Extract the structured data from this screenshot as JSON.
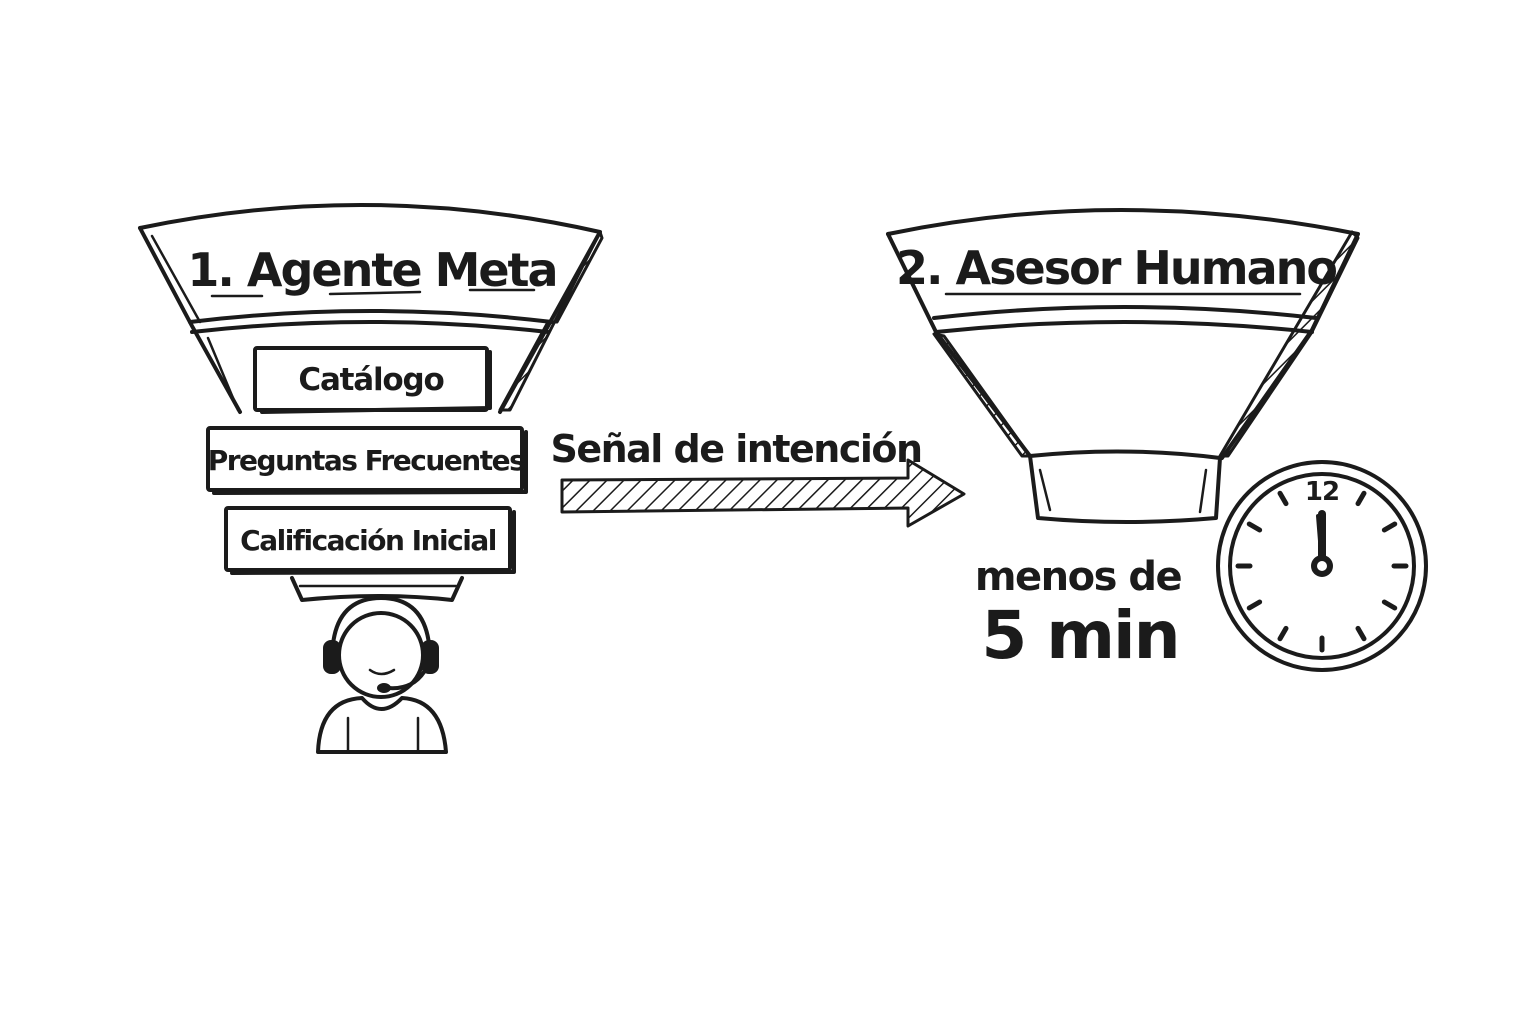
{
  "stage1": {
    "title": "1. Agente Meta",
    "items": [
      "Catálogo",
      "Preguntas Frecuentes",
      "Calificación Inicial"
    ],
    "icon": "support-agent-headset-icon"
  },
  "transition": {
    "label": "Señal de intención",
    "icon": "arrow-right-icon"
  },
  "stage2": {
    "title": "2. Asesor Humano",
    "time_prefix": "menos de",
    "time_value": "5 min",
    "clock_number": "12",
    "icon": "clock-icon"
  },
  "colors": {
    "ink": "#1b1b1b",
    "background": "#ffffff"
  }
}
